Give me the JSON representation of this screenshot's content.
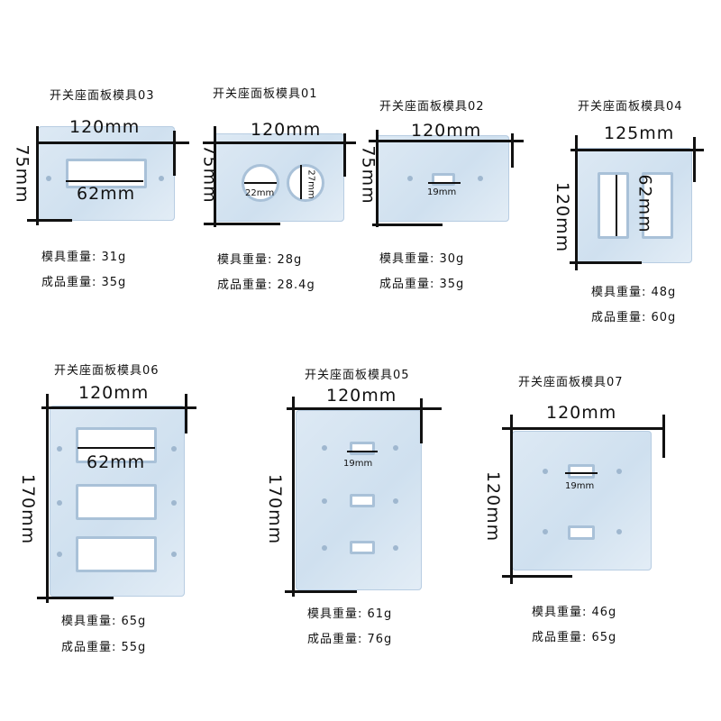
{
  "panels": {
    "p03": {
      "title": "开关座面板模具03",
      "width": "120mm",
      "height": "75mm",
      "inner": "62mm",
      "mold_weight": "模具重量: 31g",
      "product_weight": "成品重量: 35g"
    },
    "p01": {
      "title": "开关座面板模具01",
      "width": "120mm",
      "height": "75mm",
      "inner": "22mm",
      "inner2": "27mm",
      "mold_weight": "模具重量: 28g",
      "product_weight": "成品重量: 28.4g"
    },
    "p02": {
      "title": "开关座面板模具02",
      "width": "120mm",
      "height": "75mm",
      "inner": "19mm",
      "mold_weight": "模具重量: 30g",
      "product_weight": "成品重量: 35g"
    },
    "p04": {
      "title": "开关座面板模具04",
      "width": "125mm",
      "height": "120mm",
      "inner": "62mm",
      "mold_weight": "模具重量: 48g",
      "product_weight": "成品重量: 60g"
    },
    "p06": {
      "title": "开关座面板模具06",
      "width": "120mm",
      "height": "170mm",
      "inner": "62mm",
      "mold_weight": "模具重量: 65g",
      "product_weight": "成品重量: 55g"
    },
    "p05": {
      "title": "开关座面板模具05",
      "width": "120mm",
      "height": "170mm",
      "inner": "19mm",
      "mold_weight": "模具重量: 61g",
      "product_weight": "成品重量: 76g"
    },
    "p07": {
      "title": "开关座面板模具07",
      "width": "120mm",
      "height": "120mm",
      "inner": "19mm",
      "mold_weight": "模具重量: 46g",
      "product_weight": "成品重量: 65g"
    }
  },
  "colors": {
    "plate": "#d6e5f2",
    "hole_border": "#a9c1d8",
    "line": "#111111"
  }
}
